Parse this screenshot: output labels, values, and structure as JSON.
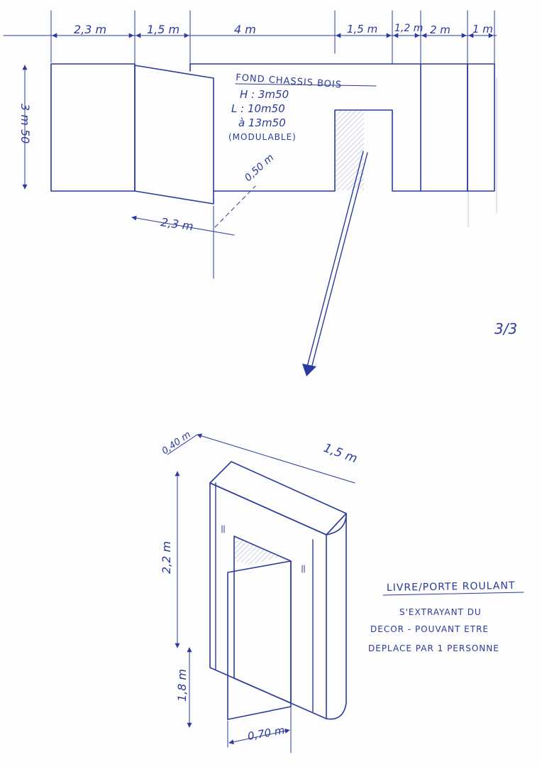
{
  "plan": {
    "dimensions_top": [
      "2,3 m",
      "1,5 m",
      "4 m",
      "1,5 m",
      "1,2 m",
      "2 m",
      "1 m"
    ],
    "height_label": "3 m 50",
    "backdrop_title": "FOND CHASSIS BOIS",
    "backdrop_h": "H : 3m50",
    "backdrop_l": "L : 10m50",
    "backdrop_l2": "à 13m50",
    "backdrop_mod": "(MODULABLE)",
    "depth_label": "0,50 m",
    "door_width": "2,3 m"
  },
  "page_number": "3/3",
  "book": {
    "depth": "0,40 m",
    "width": "1,5 m",
    "height": "2,2 m",
    "door_height": "1,8 m",
    "door_width": "0,70 m"
  },
  "caption": {
    "title": "LIVRE/PORTE ROULANT",
    "line1": "S'EXTRAYANT DU",
    "line2": "DECOR - POUVANT ETRE",
    "line3": "DEPLACE PAR 1 PERSONNE"
  }
}
